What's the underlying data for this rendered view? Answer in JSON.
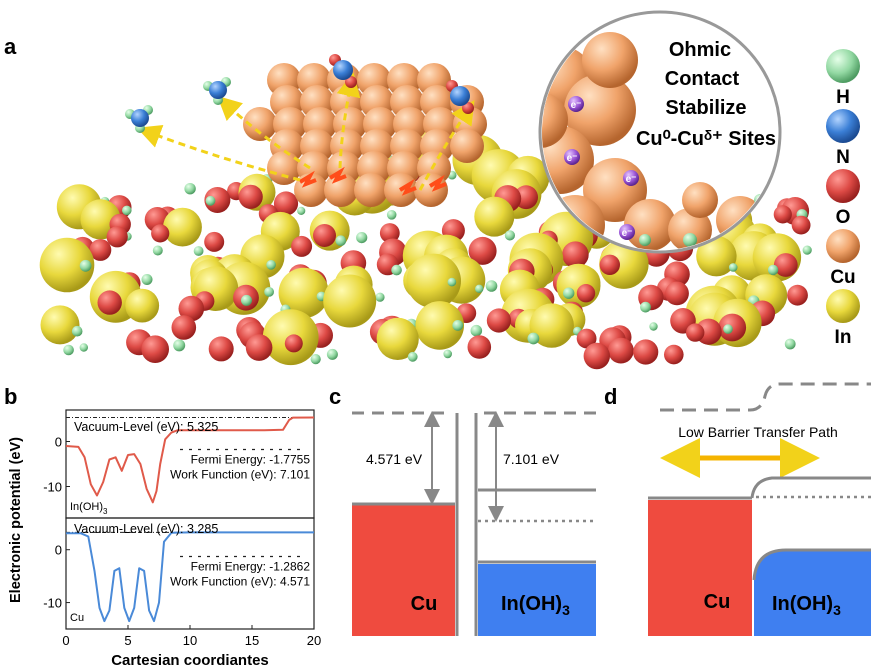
{
  "panels": {
    "a": "a",
    "b": "b",
    "c": "c",
    "d": "d"
  },
  "panel_a": {
    "callout_lines": [
      "Ohmic",
      "Contact",
      "Stabilize",
      "Cu⁰-Cuᵟ⁺ Sites"
    ],
    "electron_label": "e⁻",
    "legend": [
      {
        "label": "H",
        "color": "#8fd9a0"
      },
      {
        "label": "N",
        "color": "#3b7fd6"
      },
      {
        "label": "O",
        "color": "#e0524f"
      },
      {
        "label": "Cu",
        "color": "#f0a36a"
      },
      {
        "label": "In",
        "color": "#e6d640"
      }
    ]
  },
  "chart_data": {
    "type": "line",
    "xlabel": "Cartesian coordiantes",
    "ylabel": "Electronic potential (eV)",
    "xlim": [
      0,
      20
    ],
    "xticks": [
      0,
      5,
      10,
      15,
      20
    ],
    "subplots": [
      {
        "name": "In(OH)3",
        "label": "In(OH)",
        "label_sub": "3",
        "color": "#e05a4a",
        "ylim": [
          -17,
          7
        ],
        "yticks": [
          0,
          -10
        ],
        "vacuum_text": "Vacuum-Level (eV): 5.325",
        "fermi_text": "Fermi Energy:  -1.7755",
        "work_text": "Work Function (eV): 7.101",
        "vacuum_level": 5.325,
        "fermi_level": -1.7755,
        "x": [
          0.0,
          1.0,
          1.5,
          2.0,
          2.5,
          3.0,
          3.5,
          4.0,
          4.5,
          5.0,
          5.5,
          6.0,
          6.5,
          7.0,
          7.3,
          7.6,
          8.0,
          8.5,
          9.0,
          10,
          12,
          14,
          16,
          17.5,
          18.0,
          18.3,
          20
        ],
        "y": [
          -1.0,
          -1.2,
          -3.5,
          -9.5,
          -12.0,
          -9.0,
          -4.0,
          -3.5,
          -6.5,
          -3.0,
          -2.8,
          -5.0,
          -10.5,
          -13.5,
          -11.0,
          -5.0,
          0.5,
          2.0,
          2.5,
          2.5,
          2.5,
          2.5,
          2.5,
          2.6,
          4.8,
          5.3,
          5.325
        ]
      },
      {
        "name": "Cu",
        "label": "Cu",
        "color": "#4a8ad8",
        "ylim": [
          -15,
          6
        ],
        "yticks": [
          0,
          -10
        ],
        "vacuum_text": "Vacuum-Level (eV): 3.285",
        "fermi_text": "Fermi Energy:  -1.2862",
        "work_text": "Work Function (eV): 4.571",
        "vacuum_level": 3.285,
        "fermi_level": -1.2862,
        "x": [
          0.0,
          1.2,
          1.8,
          2.3,
          2.7,
          3.1,
          3.5,
          3.9,
          4.3,
          4.7,
          5.1,
          5.5,
          5.9,
          6.3,
          6.7,
          7.1,
          7.5,
          7.9,
          8.5,
          10,
          12,
          14,
          16,
          18,
          20
        ],
        "y": [
          3.1,
          3.1,
          2.5,
          -4.0,
          -11.0,
          -13.5,
          -11.5,
          -4.0,
          -3.5,
          -11.0,
          -13.5,
          -11.0,
          -3.5,
          -4.0,
          -11.5,
          -13.5,
          -10.0,
          1.5,
          3.2,
          3.285,
          3.285,
          3.285,
          3.285,
          3.285,
          3.285
        ]
      }
    ]
  },
  "panel_c": {
    "cu_label": "Cu",
    "in_label": "In(OH)",
    "in_label_sub": "3",
    "cu_wf": "4.571 eV",
    "in_wf": "7.101 eV",
    "cu_color": "#ef4b3f",
    "in_color": "#3f7ff0"
  },
  "panel_d": {
    "path_label": "Low Barrier Transfer Path",
    "cu_label": "Cu",
    "in_label": "In(OH)",
    "in_label_sub": "3",
    "arrow_color": "#f5b400"
  }
}
